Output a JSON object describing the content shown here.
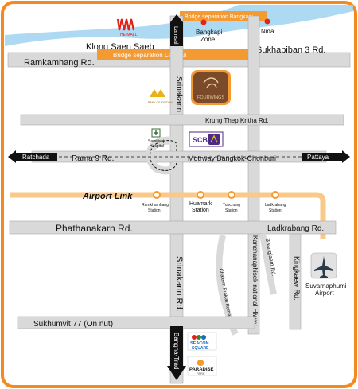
{
  "colors": {
    "frame": "#f28a1e",
    "road": "#d9d9d9",
    "road_edge": "#a9a9a9",
    "bridge": "#f39a33",
    "airport_link": "#f8c98a",
    "water": "#9fd3f0",
    "black": "#111111",
    "red": "#e2231a",
    "scb_purple": "#4b2a84"
  },
  "roads": {
    "sukhapiban3": "Sukhapiban 3 Rd.",
    "ramkamhang": "Ramkamhang Rd.",
    "srinakarin": "Srinakarin Rd.",
    "krung_thep_kritha": "Krung Thep Kritha Rd.",
    "rama9": "Rama 9 Rd.",
    "motorway": "Motrway Bangkok-Chonburi",
    "phathanakarn": "Phathanakarn Rd.",
    "ladkrabang": "Ladkrabang Rd.",
    "sukhumvit77": "Sukhumvit 77 (On nut)",
    "kanchanaphisek": "Kanchanaphisek national Hiway",
    "chalerm": "Chalerm Prakiat Rama 9",
    "kingkaew": "Kingkaew Rd.",
    "baanglaam": "Baanglaam Rd."
  },
  "water": {
    "klong": "Klong Saen Saeb"
  },
  "bridges": {
    "bangkapi": "Bridge separation Bangkapi",
    "lamsali": "Bridge separation Lamsali"
  },
  "arrows": {
    "ratchada": "Ratchada",
    "pattaya": "Pattaya",
    "bangna": "Bangna-Trad",
    "lamsali_side": "Lamsali"
  },
  "airport_link": {
    "label": "Airport Link",
    "stations": [
      {
        "name": "Ramkhamhang",
        "sub": "Station",
        "size": "small"
      },
      {
        "name": "Huamark",
        "sub": "Station",
        "size": "large"
      },
      {
        "name": "Tubchang",
        "sub": "Station",
        "size": "small"
      },
      {
        "name": "Ladkrabang",
        "sub": "Station",
        "size": "small"
      }
    ]
  },
  "places": {
    "the_mall": "THE MALL",
    "bangkapi_1": "Bangkapi",
    "bangkapi_2": "Zone",
    "nida": "Nida",
    "fourwings": "FOURWINGS",
    "bank_of_ayudhya": "BANK OF AYUDHYA",
    "samitivej_1": "Samitivej",
    "samitivej_2": "Hospital",
    "scb": "SCB",
    "airport_1": "Suvarnaphumi",
    "airport_2": "Airport",
    "seacon_1": "SEACON",
    "seacon_2": "SQUARE",
    "paradise_1": "PARADISE",
    "paradise_2": "PARK"
  }
}
